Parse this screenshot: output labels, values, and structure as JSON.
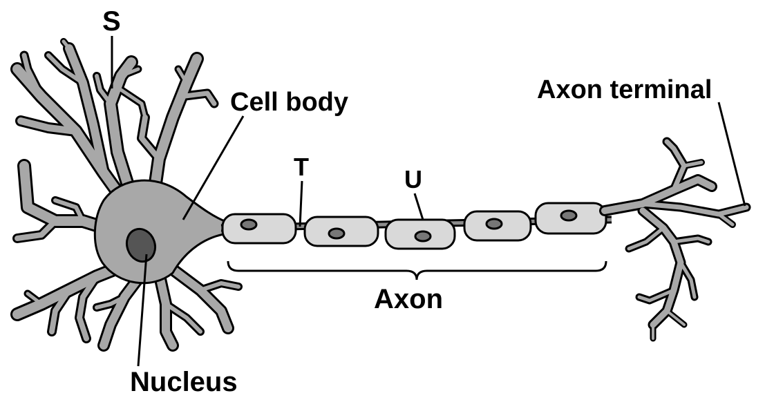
{
  "diagram": {
    "labels": {
      "s": "S",
      "cell_body": "Cell body",
      "t": "T",
      "u": "U",
      "axon_terminal": "Axon terminal",
      "axon": "Axon",
      "nucleus": "Nucleus"
    },
    "colors": {
      "neuron_fill": "#a8a8a8",
      "myelin_fill": "#d9d9d9",
      "node_fill": "#8c8c8c",
      "nucleus_fill": "#555555",
      "outline": "#000000",
      "background": "#ffffff"
    }
  }
}
